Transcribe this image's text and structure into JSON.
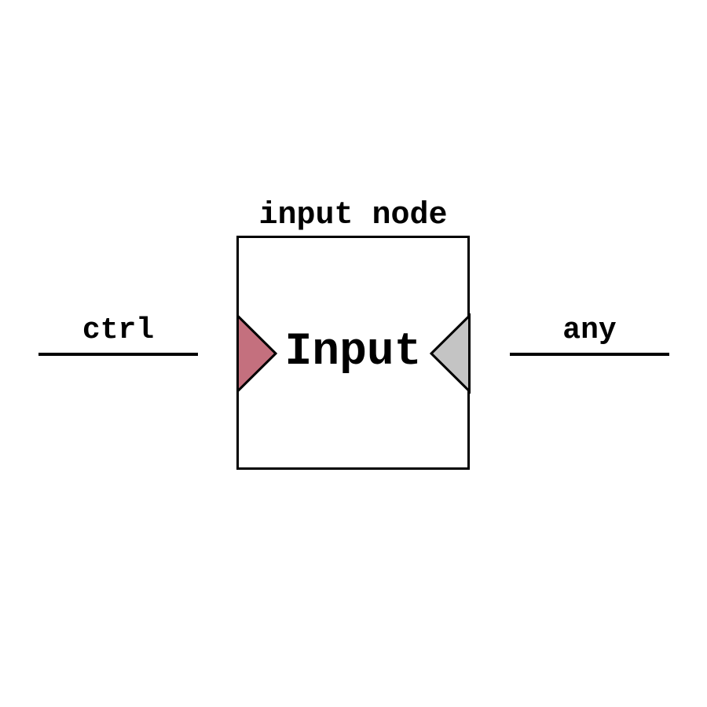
{
  "node": {
    "title": "input node",
    "label": "Input",
    "ports": {
      "input": {
        "label": "ctrl",
        "color": "#c4707e"
      },
      "output": {
        "label": "any",
        "color": "#c4c4c4"
      }
    }
  },
  "colors": {
    "stroke": "#000000",
    "background": "#ffffff"
  }
}
